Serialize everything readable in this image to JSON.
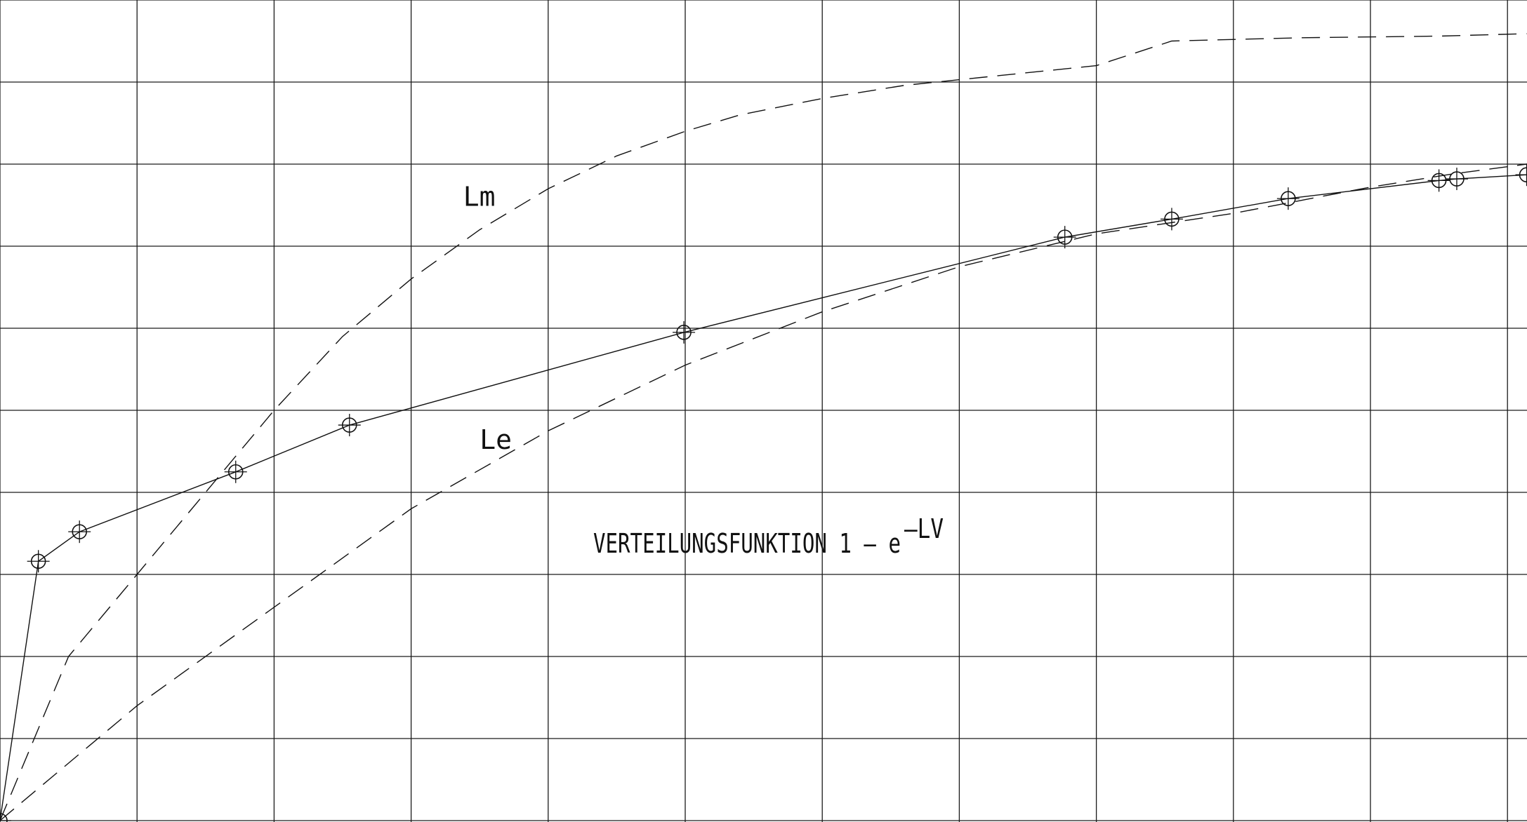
{
  "chart_data": {
    "type": "line",
    "title": "VERTEILUNGSFUNKTION 1 – e",
    "title_superscript": "–LV",
    "grid": true,
    "axes_visible": false,
    "xlim": [
      0,
      11.14
    ],
    "ylim": [
      0,
      10
    ],
    "grid_step": {
      "x": 1,
      "y": 1
    },
    "colors": {
      "line": "#111111",
      "grid": "#1a1a1a",
      "background": "#ffffff"
    },
    "series": [
      {
        "style": "solid",
        "markers": "circle-cross",
        "points": [
          {
            "x": 0.0,
            "y": 0.0
          },
          {
            "x": 0.28,
            "y": 3.16
          },
          {
            "x": 0.58,
            "y": 3.52
          },
          {
            "x": 1.72,
            "y": 4.25
          },
          {
            "x": 2.55,
            "y": 4.82
          },
          {
            "x": 4.99,
            "y": 5.95
          },
          {
            "x": 7.77,
            "y": 7.11
          },
          {
            "x": 8.55,
            "y": 7.33
          },
          {
            "x": 9.4,
            "y": 7.58
          },
          {
            "x": 10.5,
            "y": 7.8
          },
          {
            "x": 10.63,
            "y": 7.82
          },
          {
            "x": 11.14,
            "y": 7.87
          }
        ]
      },
      {
        "name": "Lm",
        "style": "dashed",
        "points": [
          {
            "x": 0.0,
            "y": 0.0
          },
          {
            "x": 0.5,
            "y": 2.0
          },
          {
            "x": 1.0,
            "y": 3.0
          },
          {
            "x": 1.5,
            "y": 4.0
          },
          {
            "x": 2.0,
            "y": 5.0
          },
          {
            "x": 2.5,
            "y": 5.9
          },
          {
            "x": 3.0,
            "y": 6.6
          },
          {
            "x": 3.5,
            "y": 7.2
          },
          {
            "x": 4.0,
            "y": 7.7
          },
          {
            "x": 4.5,
            "y": 8.1
          },
          {
            "x": 5.0,
            "y": 8.4
          },
          {
            "x": 5.4,
            "y": 8.6
          },
          {
            "x": 6.0,
            "y": 8.8
          },
          {
            "x": 6.6,
            "y": 8.96
          },
          {
            "x": 7.3,
            "y": 9.08
          },
          {
            "x": 8.0,
            "y": 9.2
          },
          {
            "x": 8.55,
            "y": 9.5
          },
          {
            "x": 9.5,
            "y": 9.54
          },
          {
            "x": 10.5,
            "y": 9.56
          },
          {
            "x": 11.14,
            "y": 9.59
          }
        ]
      },
      {
        "name": "Le",
        "style": "dashed",
        "points": [
          {
            "x": 0.0,
            "y": 0.0
          },
          {
            "x": 1.0,
            "y": 1.4
          },
          {
            "x": 2.0,
            "y": 2.6
          },
          {
            "x": 3.0,
            "y": 3.8
          },
          {
            "x": 4.0,
            "y": 4.75
          },
          {
            "x": 5.0,
            "y": 5.55
          },
          {
            "x": 6.0,
            "y": 6.2
          },
          {
            "x": 7.0,
            "y": 6.75
          },
          {
            "x": 8.0,
            "y": 7.15
          },
          {
            "x": 9.0,
            "y": 7.4
          },
          {
            "x": 10.0,
            "y": 7.72
          },
          {
            "x": 10.6,
            "y": 7.88
          },
          {
            "x": 11.14,
            "y": 8.0
          }
        ]
      }
    ],
    "annotations": [
      {
        "text": "Lm",
        "x": 3.38,
        "y": 7.49
      },
      {
        "text": "Le",
        "x": 3.5,
        "y": 4.53
      }
    ]
  }
}
